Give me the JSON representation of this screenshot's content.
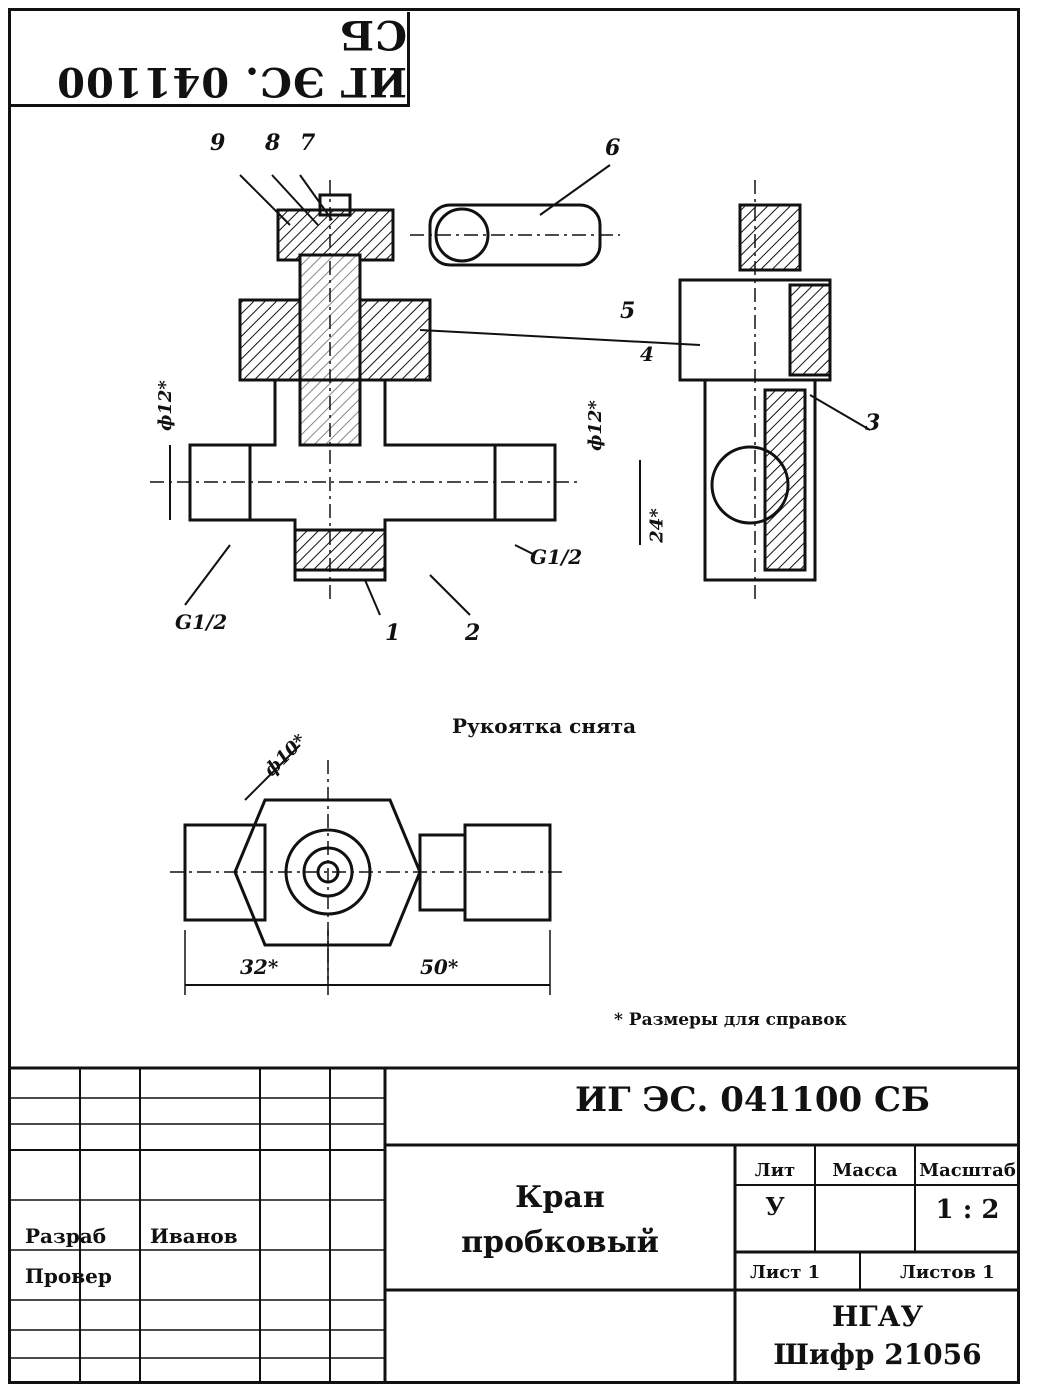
{
  "rotated_code": "ИГ ЭС. 041100 СБ",
  "drawing": {
    "labels": {
      "pos1": "1",
      "pos2": "2",
      "pos3": "3",
      "pos4": "4",
      "pos5": "5",
      "pos6": "6",
      "pos7": "7",
      "pos8": "8",
      "pos9": "9",
      "dia12_front": "ф12*",
      "dia12_side": "ф12*",
      "dim24": "24*",
      "g12_left": "G1/2",
      "g12_right": "G1/2",
      "dia10": "ф10*",
      "dim32": "32*",
      "dim50": "50*"
    },
    "note_handle": "Рукоятка снята",
    "note_ref": "* Размеры для справок"
  },
  "title_block": {
    "code": "ИГ ЭС. 041100 СБ",
    "name_line1": "Кран",
    "name_line2": "пробковый",
    "lit_header": "Лит",
    "mass_header": "Масса",
    "scale_header": "Масштаб",
    "lit_value": "У",
    "scale_value": "1 : 2",
    "sheet": "Лист 1",
    "sheets": "Листов 1",
    "org": "НГАУ",
    "cipher": "Шифр 21056",
    "developer_role": "Разраб",
    "developer_name": "Иванов",
    "checker_role": "Провер"
  }
}
